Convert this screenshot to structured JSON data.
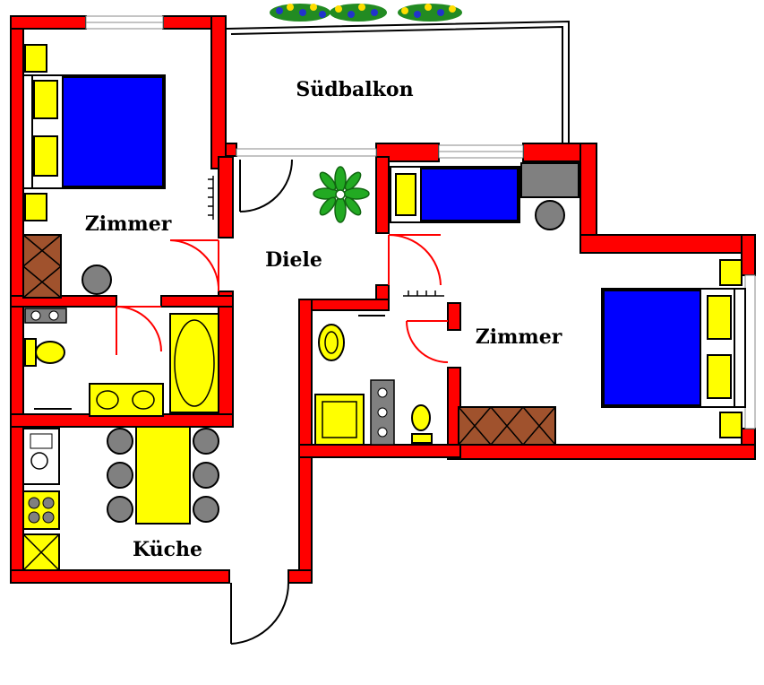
{
  "rooms": {
    "balcony": "Südbalkon",
    "bedroom_left": "Zimmer",
    "hall": "Diele",
    "bedroom_right": "Zimmer",
    "kitchen": "Küche"
  },
  "colors": {
    "wall": "#ff0000",
    "bed_blanket": "#0000ff",
    "furniture": "#ffff00",
    "wardrobe": "#a0522d",
    "stool": "#808080",
    "plant": "#22aa22",
    "flowers_blue": "#2233cc",
    "flowers_yellow": "#ffdd00"
  }
}
